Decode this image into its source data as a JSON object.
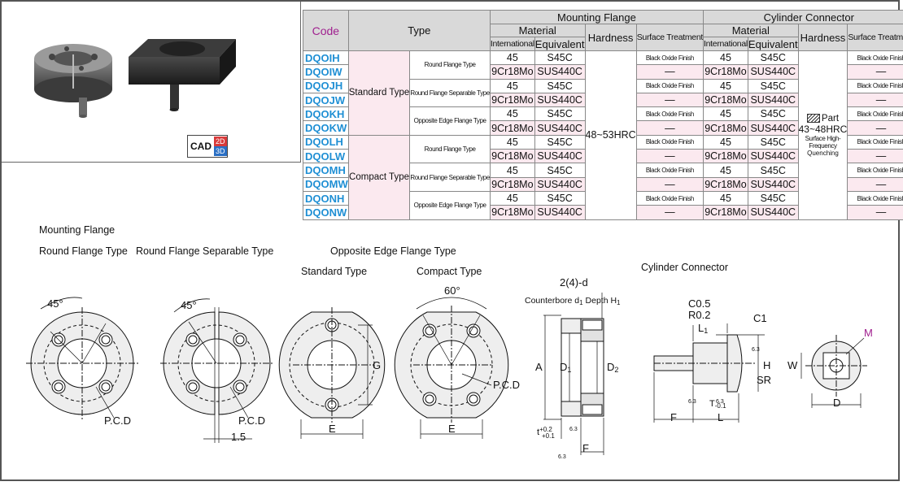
{
  "cad": {
    "label": "CAD",
    "two_d": "2D",
    "three_d": "3D",
    "two_d_color": "#d83a3a",
    "three_d_color": "#2a6fc4"
  },
  "table": {
    "header": {
      "code": "Code",
      "type": "Type",
      "mounting_flange": "Mounting Flange",
      "cylinder_connector": "Cylinder Connector",
      "material": "Material",
      "hardness": "Hardness",
      "surface_treatment": "Surface Treatment",
      "international": "International",
      "equivalent": "Equivalent"
    },
    "groups": [
      "Standard Type",
      "Compact Type"
    ],
    "subtypes": [
      "Round Flange Type",
      "Round Flange Separable Type",
      "Opposite Edge Flange Type"
    ],
    "rows": [
      {
        "code": "DQOIH",
        "intl": "45",
        "equiv": "S45C",
        "surf": "Black Oxide Finish",
        "c_intl": "45",
        "c_equiv": "S45C",
        "c_surf": "Black Oxide Finish"
      },
      {
        "code": "DQOIW",
        "intl": "9Cr18Mo",
        "equiv": "SUS440C",
        "surf": "—",
        "c_intl": "9Cr18Mo",
        "c_equiv": "SUS440C",
        "c_surf": "—"
      },
      {
        "code": "DQOJH",
        "intl": "45",
        "equiv": "S45C",
        "surf": "Black Oxide Finish",
        "c_intl": "45",
        "c_equiv": "S45C",
        "c_surf": "Black Oxide Finish"
      },
      {
        "code": "DQOJW",
        "intl": "9Cr18Mo",
        "equiv": "SUS440C",
        "surf": "—",
        "c_intl": "9Cr18Mo",
        "c_equiv": "SUS440C",
        "c_surf": "—"
      },
      {
        "code": "DQOKH",
        "intl": "45",
        "equiv": "S45C",
        "surf": "Black Oxide Finish",
        "c_intl": "45",
        "c_equiv": "S45C",
        "c_surf": "Black Oxide Finish"
      },
      {
        "code": "DQOKW",
        "intl": "9Cr18Mo",
        "equiv": "SUS440C",
        "surf": "—",
        "c_intl": "9Cr18Mo",
        "c_equiv": "SUS440C",
        "c_surf": "—"
      },
      {
        "code": "DQOLH",
        "intl": "45",
        "equiv": "S45C",
        "surf": "Black Oxide Finish",
        "c_intl": "45",
        "c_equiv": "S45C",
        "c_surf": "Black Oxide Finish"
      },
      {
        "code": "DQOLW",
        "intl": "9Cr18Mo",
        "equiv": "SUS440C",
        "surf": "—",
        "c_intl": "9Cr18Mo",
        "c_equiv": "SUS440C",
        "c_surf": "—"
      },
      {
        "code": "DQOMH",
        "intl": "45",
        "equiv": "S45C",
        "surf": "Black Oxide Finish",
        "c_intl": "45",
        "c_equiv": "S45C",
        "c_surf": "Black Oxide Finish"
      },
      {
        "code": "DQOMW",
        "intl": "9Cr18Mo",
        "equiv": "SUS440C",
        "surf": "—",
        "c_intl": "9Cr18Mo",
        "c_equiv": "SUS440C",
        "c_surf": "—"
      },
      {
        "code": "DQONH",
        "intl": "45",
        "equiv": "S45C",
        "surf": "Black Oxide Finish",
        "c_intl": "45",
        "c_equiv": "S45C",
        "c_surf": "Black Oxide Finish"
      },
      {
        "code": "DQONW",
        "intl": "9Cr18Mo",
        "equiv": "SUS440C",
        "surf": "—",
        "c_intl": "9Cr18Mo",
        "c_equiv": "SUS440C",
        "c_surf": "—"
      }
    ],
    "mount_hardness": "48~53HRC",
    "cyl_hardness": {
      "part": "Part",
      "value": "43~48HRC",
      "note1": "Surface High-Frequency",
      "note2": "Quenching"
    }
  },
  "labels": {
    "mounting_flange": "Mounting Flange",
    "round_flange": "Round Flange Type",
    "round_flange_sep": "Round Flange Separable Type",
    "opposite_edge": "Opposite Edge Flange Type",
    "standard": "Standard Type",
    "compact": "Compact Type",
    "cylinder_connector": "Cylinder Connector"
  },
  "dims": {
    "deg45": "45°",
    "deg60": "60°",
    "pcd": "P.C.D",
    "gap": "1.5",
    "E": "E",
    "G": "G",
    "holes": "2(4)-d",
    "counterbore": "Counterbore d",
    "cb_sub": "1",
    "depth": "Depth H",
    "depth_sub": "1",
    "A": "A",
    "D1": "D",
    "D1_sub": "1",
    "D2": "D",
    "D2_sub": "2",
    "t": "t",
    "t_tol_up": "+0.2",
    "t_tol_lo": "+0.1",
    "F": "F",
    "C05": "C0.5",
    "R02": "R0.2",
    "C1": "C1",
    "L1": "L",
    "L1_sub": "1",
    "L": "L",
    "T": "T",
    "T_tol": "-0.1",
    "SR": "SR",
    "H": "H",
    "W": "W",
    "D": "D",
    "M": "M",
    "rough": "6.3"
  }
}
